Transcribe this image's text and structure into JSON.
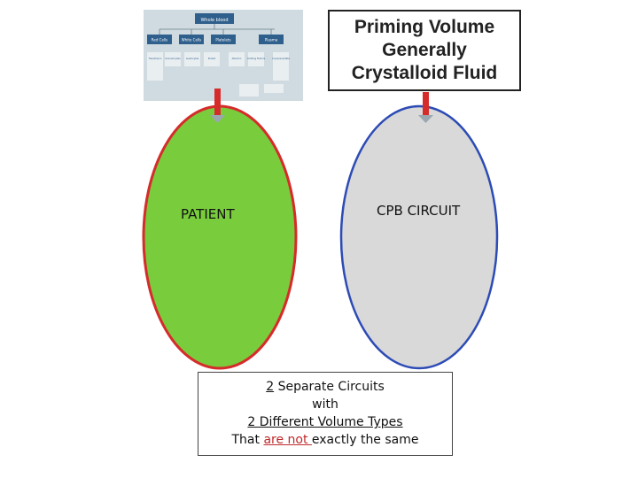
{
  "thumbnail": {
    "title": "Whole blood",
    "categories": [
      "Red Cells",
      "White Cells",
      "Platelets",
      "Plasma"
    ],
    "sub_items": [
      "Transfusion",
      "Granulocytes",
      "Leukocytes",
      "Pooled",
      "Albumin",
      "Clotting Factors",
      "Cryoprecipitate",
      "Fibrinogen",
      "Others"
    ]
  },
  "priming_box": {
    "line1": "Priming Volume",
    "line2": "Generally",
    "line3": "Crystalloid Fluid"
  },
  "ovals": {
    "patient_label": "PATIENT",
    "patient_color": "#79cc3c",
    "patient_border": "#d62b2b",
    "cpb_label": "CPB CIRCUIT",
    "cpb_color": "#d9d9d9",
    "cpb_border": "#2c4bb5"
  },
  "arrows": {
    "color": "#d62b2b"
  },
  "summary": {
    "line1_num": "2",
    "line1_rest": " Separate Circuits",
    "line2": "with",
    "line3": "2 Different Volume Types",
    "line4_a": "That ",
    "line4_b": "are not ",
    "line4_c": "exactly the same"
  }
}
